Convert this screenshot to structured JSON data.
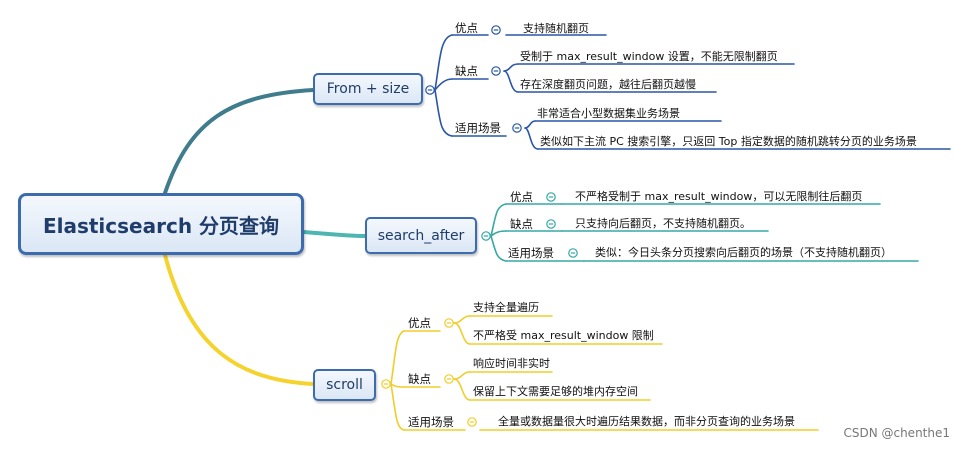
{
  "root": {
    "label": "Elasticsearch 分页查询"
  },
  "topics": {
    "from_size": {
      "label": "From + size",
      "pros_label": "优点",
      "pros": [
        "支持随机翻页"
      ],
      "cons_label": "缺点",
      "cons": [
        "受制于 max_result_window 设置，不能无限制翻页",
        "存在深度翻页问题，越往后翻页越慢"
      ],
      "scene_label": "适用场景",
      "scene": [
        "非常适合小型数据集业务场景",
        "类似如下主流 PC 搜索引擎，只返回 Top 指定数据的随机跳转分页的业务场景"
      ]
    },
    "search_after": {
      "label": "search_after",
      "pros_label": "优点",
      "pros": [
        "不严格受制于 max_result_window，可以无限制往后翻页"
      ],
      "cons_label": "缺点",
      "cons": [
        "只支持向后翻页，不支持随机翻页。"
      ],
      "scene_label": "适用场景",
      "scene": [
        "类似：今日头条分页搜索向后翻页的场景（不支持随机翻页）"
      ]
    },
    "scroll": {
      "label": "scroll",
      "pros_label": "优点",
      "pros": [
        "支持全量遍历",
        "不严格受 max_result_window 限制"
      ],
      "cons_label": "缺点",
      "cons": [
        "响应时间非实时",
        "保留上下文需要足够的堆内存空间"
      ],
      "scene_label": "适用场景",
      "scene": [
        "全量或数据量很大时遍历结果数据，而非分页查询的业务场景"
      ]
    }
  },
  "watermark": "CSDN @chenthe1",
  "colors": {
    "branch_from_size": "#3f7d8c",
    "branch_search_after": "#4db6b3",
    "branch_scroll": "#f5d32e",
    "underline_blue": "#2a57a5",
    "underline_teal": "#36a8a5",
    "underline_yellow": "#f0cd2a"
  }
}
